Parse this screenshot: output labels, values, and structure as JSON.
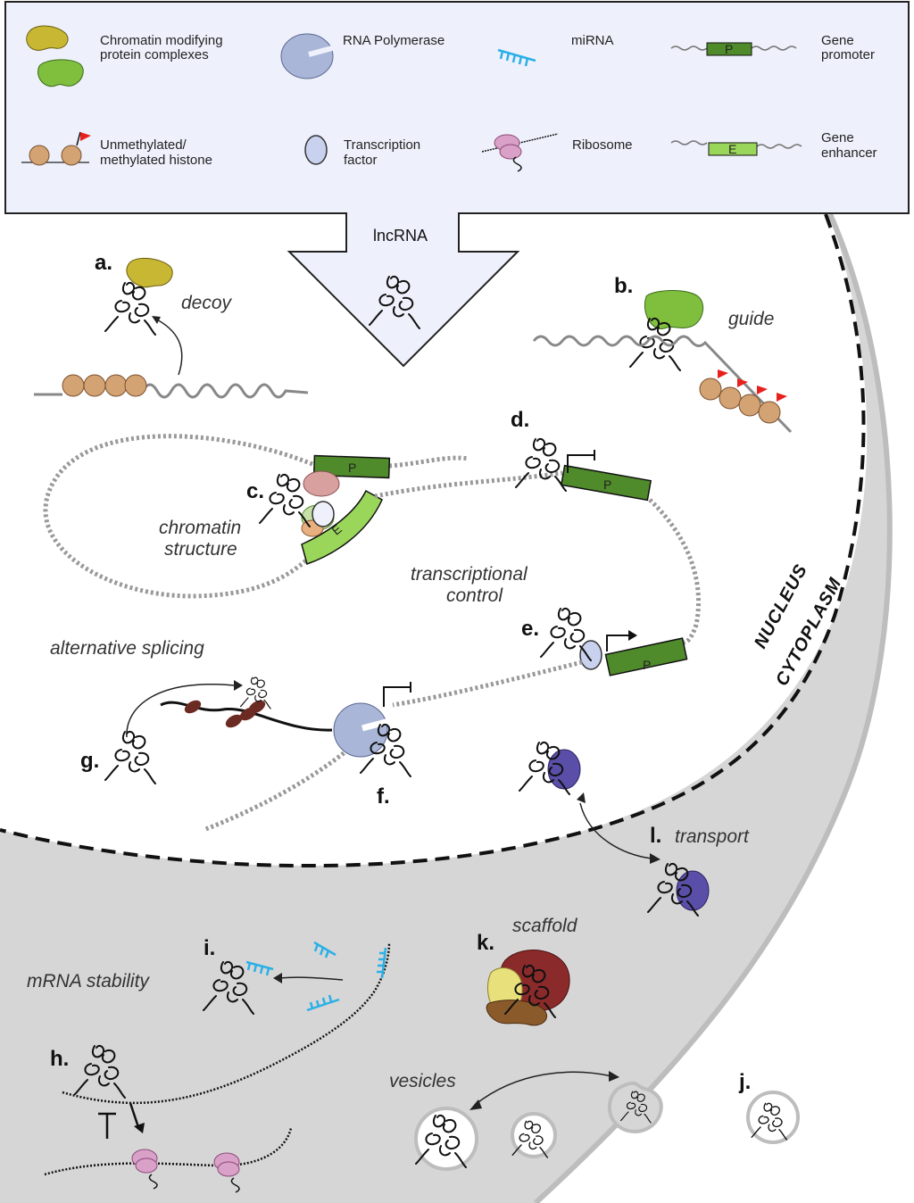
{
  "legend": {
    "chromatin_complexes": "Chromatin modifying protein complexes",
    "chromatin_complexes_l1": "Chromatin modifying",
    "chromatin_complexes_l2": "protein complexes",
    "rna_polymerase": "RNA Polymerase",
    "mirna": "miRNA",
    "gene_promoter_l1": "Gene",
    "gene_promoter_l2": "promoter",
    "histone_l1": "Unmethylated/",
    "histone_l2": "methylated histone",
    "tf_l1": "Transcription",
    "tf_l2": "factor",
    "ribosome": "Ribosome",
    "gene_enhancer_l1": "Gene",
    "gene_enhancer_l2": "enhancer",
    "promoter_letter": "P",
    "enhancer_letter": "E"
  },
  "arrow_label": "lncRNA",
  "compartments": {
    "nucleus": "NUCLEUS",
    "cytoplasm": "CYTOPLASM"
  },
  "functions": {
    "a": {
      "letter": "a.",
      "label": "decoy"
    },
    "b": {
      "letter": "b.",
      "label": "guide"
    },
    "c": {
      "letter": "c.",
      "label_l1": "chromatin",
      "label_l2": "structure"
    },
    "d": {
      "letter": "d."
    },
    "e": {
      "letter": "e."
    },
    "f": {
      "letter": "f."
    },
    "g": {
      "letter": "g.",
      "label": "alternative splicing"
    },
    "h": {
      "letter": "h."
    },
    "i": {
      "letter": "i.",
      "label": "mRNA stability"
    },
    "j": {
      "letter": "j."
    },
    "k": {
      "letter": "k.",
      "label": "scaffold"
    },
    "l": {
      "letter": "l.",
      "label": "transport"
    },
    "transcriptional_l1": "transcriptional",
    "transcriptional_l2": "control",
    "vesicles": "vesicles"
  },
  "colors": {
    "legend_bg": "#eef1fb",
    "cytoplasm": "#d6d6d6",
    "chromatin_yellow": "#c8b733",
    "chromatin_green": "#7fbf3d",
    "promoter": "#4f8a2b",
    "enhancer": "#9ad65a",
    "polymerase": "#a9b6d8",
    "mirna": "#2bb0e6",
    "ribosome": "#d9a0c8",
    "histone": "#d4a373",
    "methyl_flag": "#e8201c",
    "transport_protein": "#5a4fa8",
    "scaffold_red": "#8b2a2a",
    "scaffold_yellow": "#e8e07a",
    "scaffold_brown": "#8b5a2b",
    "splice_protein": "#6b2a22"
  },
  "icons": [
    "lncrna-icon",
    "rna-polymerase-icon",
    "ribosome-icon",
    "histone-icon",
    "mirna-icon",
    "transcription-factor-icon"
  ]
}
